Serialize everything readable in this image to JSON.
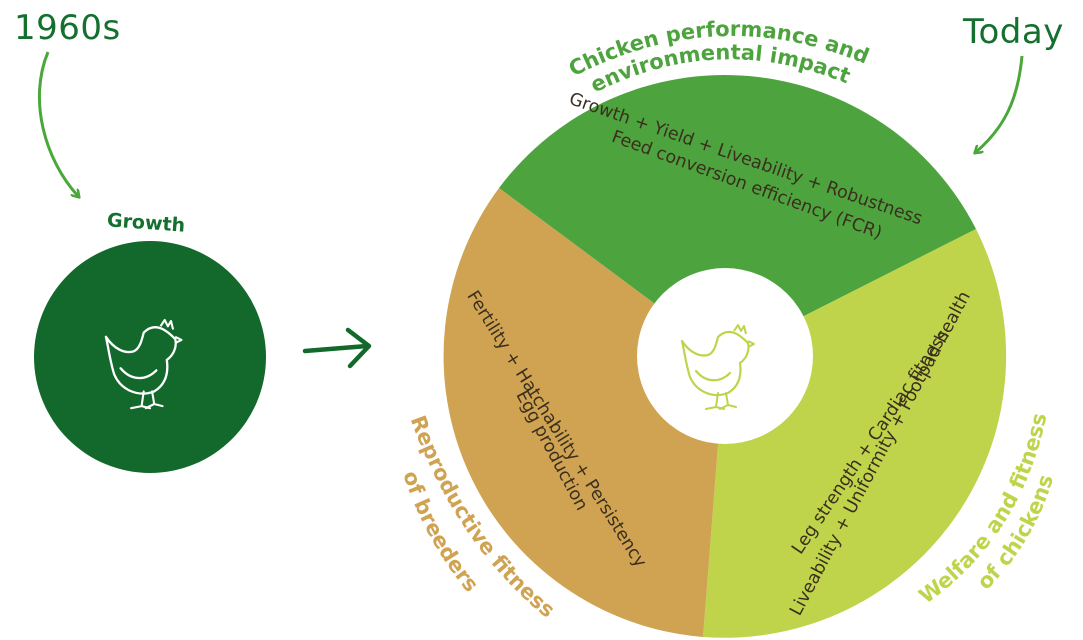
{
  "left": {
    "era_label": "1960s",
    "title": "Growth"
  },
  "right": {
    "era_label": "Today"
  },
  "segments": {
    "performance": {
      "title": "Chicken performance and environmental impact",
      "title_line1": "Chicken performance and",
      "title_line2": "environmental impact",
      "line1": "Growth + Yield + Liveability + Robustness",
      "line2": "Feed conversion efficiency (FCR)"
    },
    "welfare": {
      "title": "Welfare and fitness of chickens",
      "title_line1": "Welfare and fitness",
      "title_line2": "of chickens",
      "line1": "Leg strength + Cardiac fitness",
      "line2": "Liveability + Uniformity + Footpad health"
    },
    "reproductive": {
      "title": "Reproductive fitness of breeders",
      "title_line1": "Reproductive fitness",
      "title_line2": "of breeders",
      "line1": "Egg production",
      "line2": "Fertility + Hatchability + Persistency"
    }
  },
  "colors": {
    "dark_green": "#13692b",
    "green": "#4da33d",
    "lime": "#bfd44b",
    "tan": "#cfa352",
    "arrow_green": "#4aa83a",
    "white": "#ffffff"
  },
  "icons": {
    "chicken": "chicken-icon",
    "arrows": [
      "curved-arrow-icon",
      "right-arrow-icon"
    ]
  }
}
